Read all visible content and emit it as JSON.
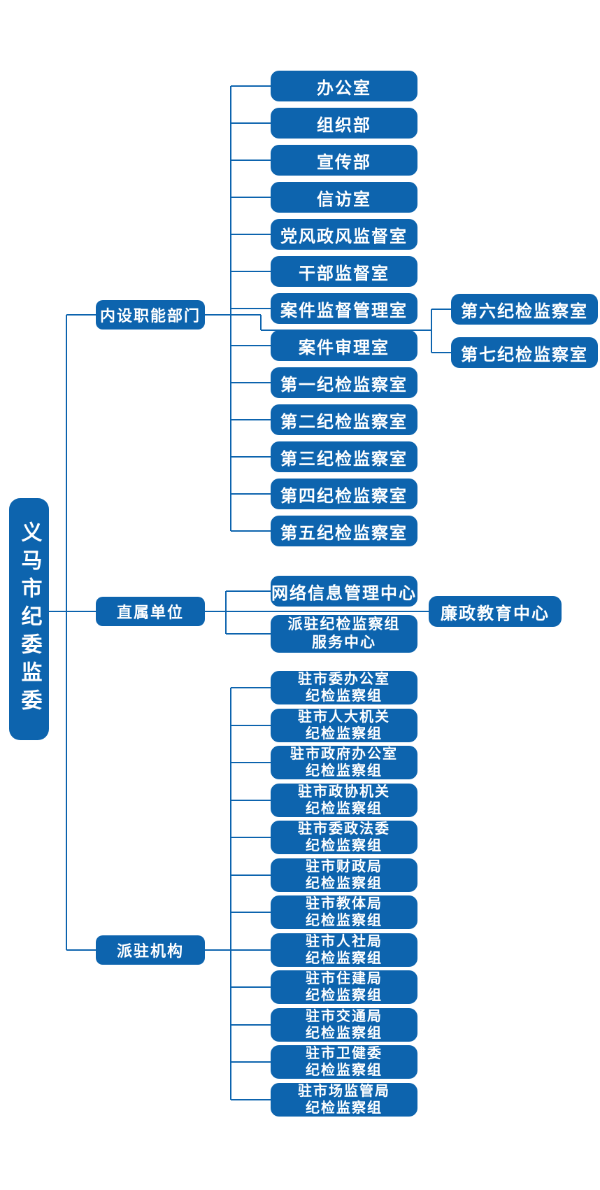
{
  "colors": {
    "box": "#0d64ae",
    "line": "#0d64ae",
    "text": "#ffffff",
    "background": "#ffffff"
  },
  "root": {
    "id": "root",
    "label": "义马市纪委监委"
  },
  "groups": [
    {
      "id": "g1",
      "label": "内设职能部门",
      "children": [
        {
          "id": "g1c1",
          "label": "办公室"
        },
        {
          "id": "g1c2",
          "label": "组织部"
        },
        {
          "id": "g1c3",
          "label": "宣传部"
        },
        {
          "id": "g1c4",
          "label": "信访室"
        },
        {
          "id": "g1c5",
          "label": "党风政风监督室"
        },
        {
          "id": "g1c6",
          "label": "干部监督室"
        },
        {
          "id": "g1c7",
          "label": "案件监督管理室"
        },
        {
          "id": "g1c8",
          "label": "案件审理室"
        },
        {
          "id": "g1c9",
          "label": "第一纪检监察室"
        },
        {
          "id": "g1c10",
          "label": "第二纪检监察室"
        },
        {
          "id": "g1c11",
          "label": "第三纪检监察室"
        },
        {
          "id": "g1c12",
          "label": "第四纪检监察室"
        },
        {
          "id": "g1c13",
          "label": "第五纪检监察室"
        },
        {
          "id": "g1r1",
          "label": "第六纪检监察室",
          "column": "right"
        },
        {
          "id": "g1r2",
          "label": "第七纪检监察室",
          "column": "right"
        }
      ]
    },
    {
      "id": "g2",
      "label": "直属单位",
      "children": [
        {
          "id": "g2c1",
          "label": "网络信息管理中心"
        },
        {
          "id": "g2c2",
          "label": "派驻纪检监察组\n服务中心"
        },
        {
          "id": "g2c3",
          "label": "廉政教育中心",
          "column": "right"
        }
      ]
    },
    {
      "id": "g3",
      "label": "派驻机构",
      "children": [
        {
          "id": "g3c1",
          "label": "驻市委办公室\n纪检监察组"
        },
        {
          "id": "g3c2",
          "label": "驻市人大机关\n纪检监察组"
        },
        {
          "id": "g3c3",
          "label": "驻市政府办公室\n纪检监察组"
        },
        {
          "id": "g3c4",
          "label": "驻市政协机关\n纪检监察组"
        },
        {
          "id": "g3c5",
          "label": "驻市委政法委\n纪检监察组"
        },
        {
          "id": "g3c6",
          "label": "驻市财政局\n纪检监察组"
        },
        {
          "id": "g3c7",
          "label": "驻市教体局\n纪检监察组"
        },
        {
          "id": "g3c8",
          "label": "驻市人社局\n纪检监察组"
        },
        {
          "id": "g3c9",
          "label": "驻市住建局\n纪检监察组"
        },
        {
          "id": "g3c10",
          "label": "驻市交通局\n纪检监察组"
        },
        {
          "id": "g3c11",
          "label": "驻市卫健委\n纪检监察组"
        },
        {
          "id": "g3c12",
          "label": "驻市场监管局\n纪检监察组"
        }
      ]
    }
  ]
}
